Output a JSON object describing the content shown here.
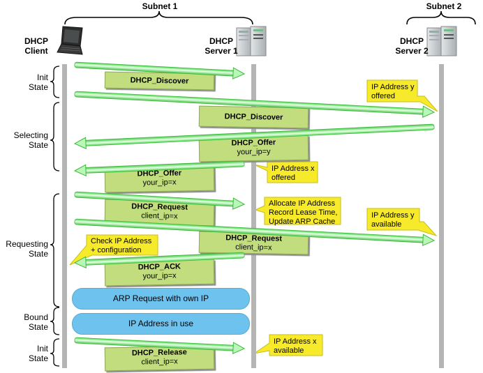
{
  "subnets": [
    {
      "label": "Subnet 1"
    },
    {
      "label": "Subnet 2"
    }
  ],
  "nodes": [
    {
      "line1": "DHCP",
      "line2": "Client",
      "icon": "laptop-icon"
    },
    {
      "line1": "DHCP",
      "line2": "Server 1",
      "icon": "server-icon"
    },
    {
      "line1": "DHCP",
      "line2": "Server 2",
      "icon": "server-icon"
    }
  ],
  "states": [
    {
      "line1": "Init",
      "line2": "State"
    },
    {
      "line1": "Selecting",
      "line2": "State"
    },
    {
      "line1": "Requesting",
      "line2": "State"
    },
    {
      "line1": "Bound",
      "line2": "State"
    },
    {
      "line1": "Init",
      "line2": "State"
    }
  ],
  "messages": [
    {
      "name": "DHCP_Discover",
      "param": "",
      "from": "client",
      "to": "server1"
    },
    {
      "name": "DHCP_Discover",
      "param": "",
      "from": "client",
      "to": "server2"
    },
    {
      "name": "DHCP_Offer",
      "param": "your_ip=y",
      "from": "server2",
      "to": "client"
    },
    {
      "name": "DHCP_Offer",
      "param": "your_ip=x",
      "from": "server1",
      "to": "client"
    },
    {
      "name": "DHCP_Request",
      "param": "client_ip=x",
      "from": "client",
      "to": "server1"
    },
    {
      "name": "DHCP_Request",
      "param": "client_ip=x",
      "from": "client",
      "to": "server2"
    },
    {
      "name": "DHCP_ACK",
      "param": "your_ip=x",
      "from": "server1",
      "to": "client"
    },
    {
      "name": "DHCP_Release",
      "param": "client_ip=x",
      "from": "client",
      "to": "server1"
    }
  ],
  "callouts": [
    {
      "line1": "IP Address y",
      "line2": "offered",
      "line3": ""
    },
    {
      "line1": "IP Address x",
      "line2": "offered",
      "line3": ""
    },
    {
      "line1": "Allocate IP Address",
      "line2": "Record Lease Time,",
      "line3": "Update ARP Cache"
    },
    {
      "line1": "IP Address y",
      "line2": "available",
      "line3": ""
    },
    {
      "line1": "Check IP Address",
      "line2": "+ configuration",
      "line3": ""
    },
    {
      "line1": "IP Address x",
      "line2": "available",
      "line3": ""
    }
  ],
  "activities": [
    {
      "label": "ARP Request with own IP"
    },
    {
      "label": "IP Address in use"
    }
  ],
  "colors": {
    "arrow": "#5ee65e",
    "message_box": "#c2dd7e",
    "callout": "#f7ea2a",
    "activity": "#6ec3ee",
    "lifeline": "#b5b5b5"
  }
}
